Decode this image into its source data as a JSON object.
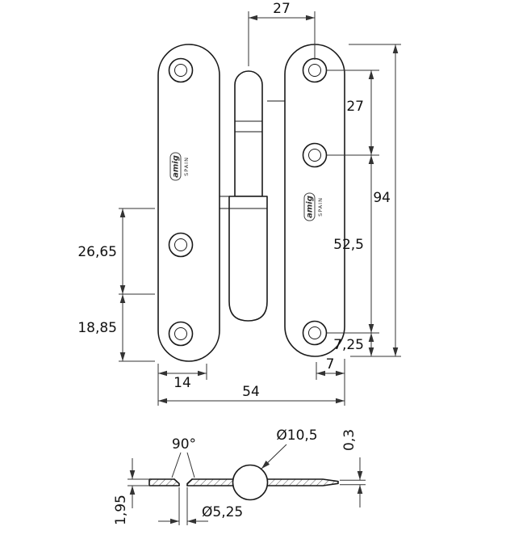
{
  "drawing": {
    "front": {
      "dims": {
        "top_offset": "27",
        "upper_hole_spacing": "27",
        "total_height": "94",
        "lower_span": "52,5",
        "bottom_edge_offset": "7,25",
        "left_upper": "26,65",
        "left_lower": "18,85",
        "bottom_left": "14",
        "total_width": "54",
        "bottom_right": "7"
      },
      "brand": {
        "logo": "amig",
        "country": "SPAIN"
      }
    },
    "section": {
      "dims": {
        "countersink_angle": "90°",
        "knuckle_diameter": "Ø10,5",
        "edge_thickness": "0,3",
        "hole_diameter": "Ø5,25",
        "plate_thickness": "1,95"
      }
    },
    "colors": {
      "line": "#1a1a1a",
      "dimension": "#333333"
    }
  }
}
